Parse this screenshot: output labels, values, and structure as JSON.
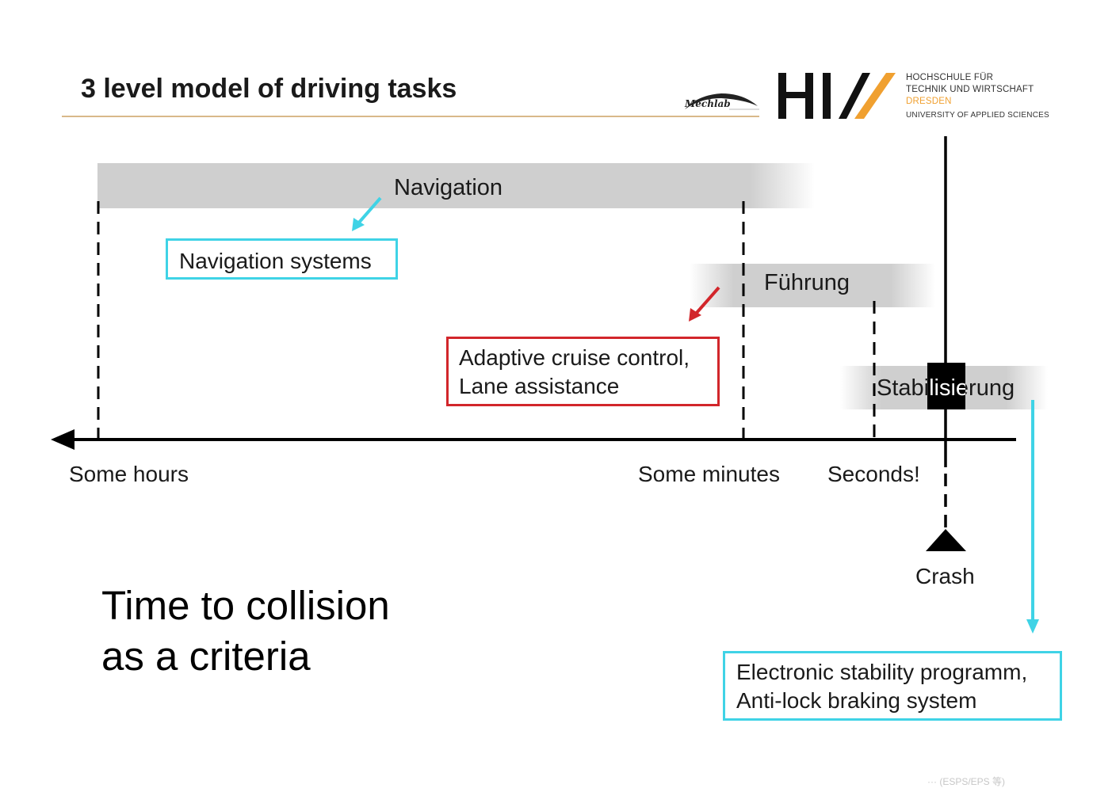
{
  "header": {
    "title": "3 level model of driving tasks",
    "mechlab_logo_text": "Mechlab",
    "htw_lines": [
      "HOCHSCHULE FÜR",
      "TECHNIK UND WIRTSCHAFT",
      "DRESDEN",
      "UNIVERSITY OF APPLIED SCIENCES"
    ]
  },
  "levels": {
    "navigation": "Navigation",
    "fuhrung": "Führung",
    "stabilisierung": "Stabilisierung"
  },
  "examples": {
    "navigation_systems": "Navigation systems",
    "acc_line1": "Adaptive cruise control,",
    "acc_line2": "Lane assistance",
    "esp_line1": "Electronic stability programm,",
    "esp_line2": "Anti-lock braking system"
  },
  "axis": {
    "some_hours": "Some hours",
    "some_minutes": "Some minutes",
    "seconds": "Seconds!",
    "crash": "Crash"
  },
  "criteria": {
    "line1": "Time to collision",
    "line2": "as a criteria"
  },
  "colors": {
    "cyan": "#3fd3e6",
    "red": "#d2262b",
    "band_gray": "#cfcfcf",
    "accent_orange": "#f0a030"
  },
  "watermark": "···  (ESPS/EPS 等)"
}
